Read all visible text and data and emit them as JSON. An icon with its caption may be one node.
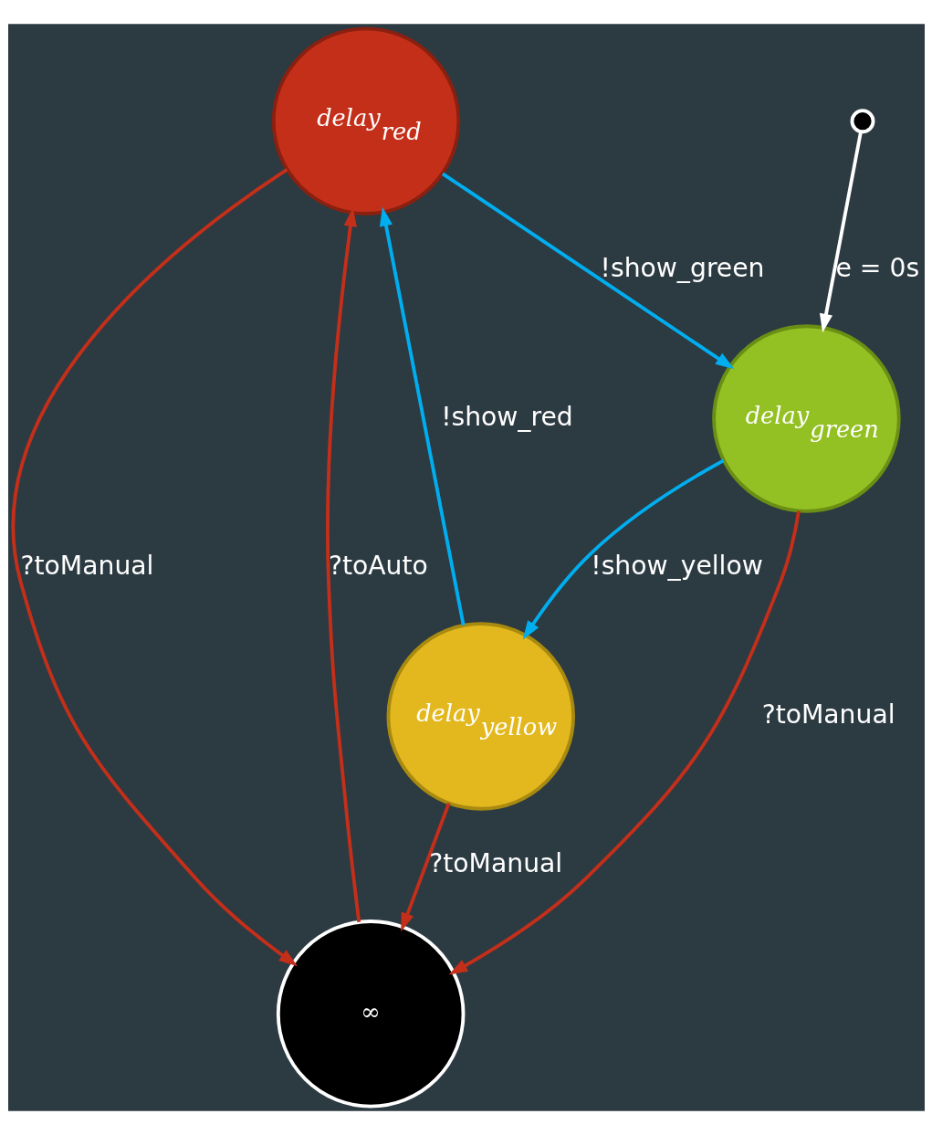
{
  "diagram": {
    "nodes": [
      {
        "text": [
          "delay$_{red}$"
        ]
      },
      {
        "text": [
          "∞"
        ]
      },
      {
        "text": [
          "delay$_{yellow}$"
        ]
      },
      {
        "text": [
          "delay$_{green}$"
        ]
      },
      {
        "text": [],
        "shape": "circle"
      }
    ],
    "edges": [
      {
        "from": 0,
        "to": 1,
        "arrow": "to",
        "label": "?toManual"
      },
      {
        "from": 1,
        "to": 0,
        "arrow": "to",
        "label": "?toAuto"
      },
      {
        "from": 2,
        "to": 0,
        "arrow": "to",
        "label": "!show_red",
        "color": "#00aeef"
      },
      {
        "from": 2,
        "to": 1,
        "arrow": "to",
        "label": "?toManual"
      },
      {
        "from": 3,
        "to": 2,
        "arrow": "to",
        "label": "!show_yellow",
        "color": "#00aeef"
      },
      {
        "from": 3,
        "to": 1,
        "arrow": "to",
        "label": "?toManual"
      },
      {
        "from": 0,
        "to": 3,
        "arrow": "to",
        "label": "!show_green",
        "color": "#00aeef"
      },
      {
        "from": 4,
        "to": 3,
        "arrow": "to",
        "label": "e = 0s",
        "color": "#ffffff"
      }
    ]
  }
}
